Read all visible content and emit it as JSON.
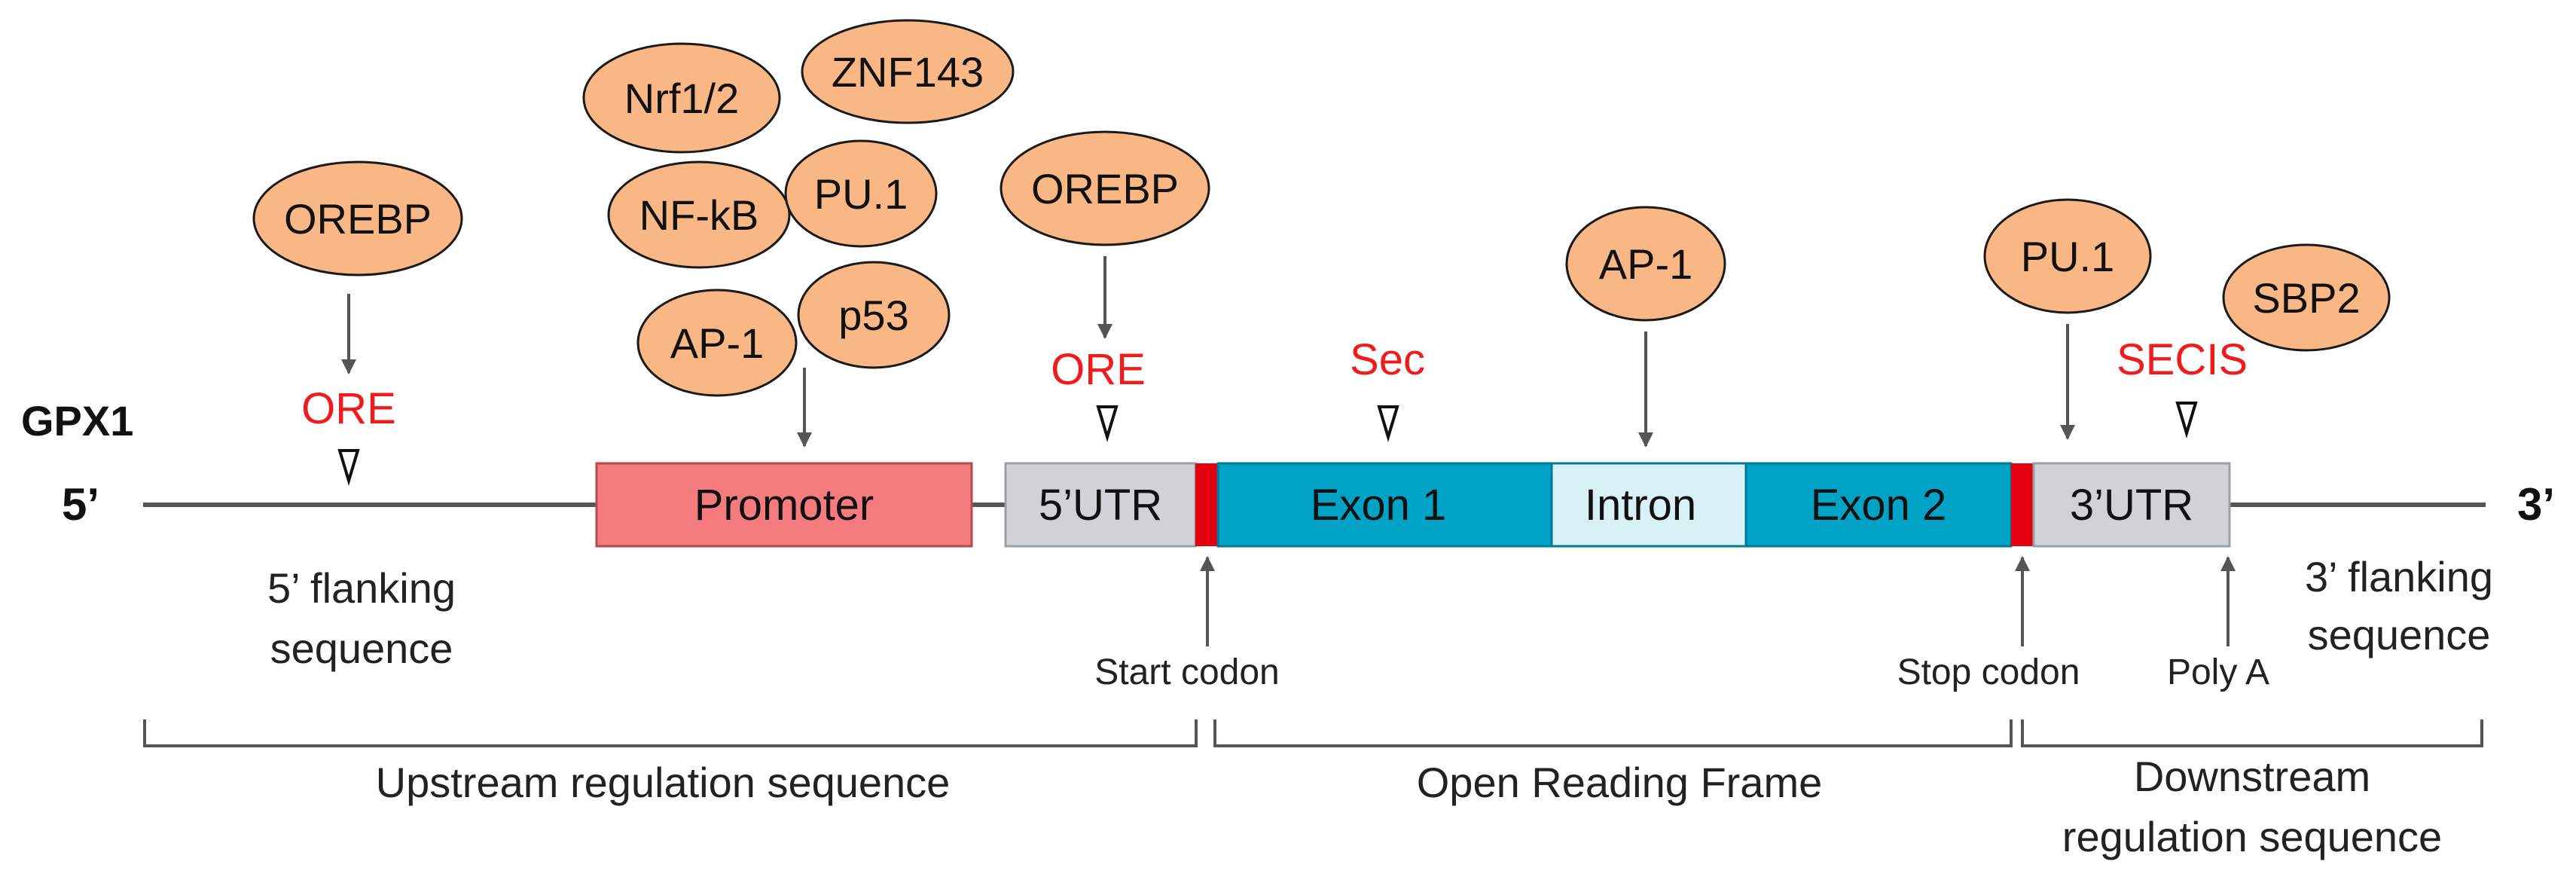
{
  "gene": "GPX1",
  "prime5": "5’",
  "prime3": "3’",
  "segments": {
    "promoter": "Promoter",
    "utr5": "5’UTR",
    "exon1": "Exon 1",
    "intron": "Intron",
    "exon2": "Exon 2",
    "utr3": "3’UTR"
  },
  "factors": {
    "orebp_left": "OREBP",
    "nrf": "Nrf1/2",
    "znf143": "ZNF143",
    "nfkb": "NF-kB",
    "pu1_promoter": "PU.1",
    "ap1_promoter": "AP-1",
    "p53": "p53",
    "orebp_utr": "OREBP",
    "ap1_intron": "AP-1",
    "pu1_utr3": "PU.1",
    "sbp2": "SBP2"
  },
  "elements": {
    "ore_left": "ORE",
    "ore_utr": "ORE",
    "sec": "Sec",
    "secis": "SECIS"
  },
  "labels": {
    "flank5_line1": "5’ flanking",
    "flank5_line2": "sequence",
    "flank3_line1": "3’ flanking",
    "flank3_line2": "sequence",
    "start_codon": "Start codon",
    "stop_codon": "Stop codon",
    "poly_a": "Poly A"
  },
  "regions": {
    "upstream": "Upstream regulation sequence",
    "orf": "Open Reading Frame",
    "downstream_line1": "Downstream",
    "downstream_line2": "regulation sequence"
  },
  "colors": {
    "promoter": "#f47c7f",
    "utr": "#d0d3d6",
    "exon": "#00a2c6",
    "intron": "#d7f1f6",
    "codon_mark": "#e3000f",
    "factor": "#f9b785",
    "element_text": "#ee1c1c"
  }
}
